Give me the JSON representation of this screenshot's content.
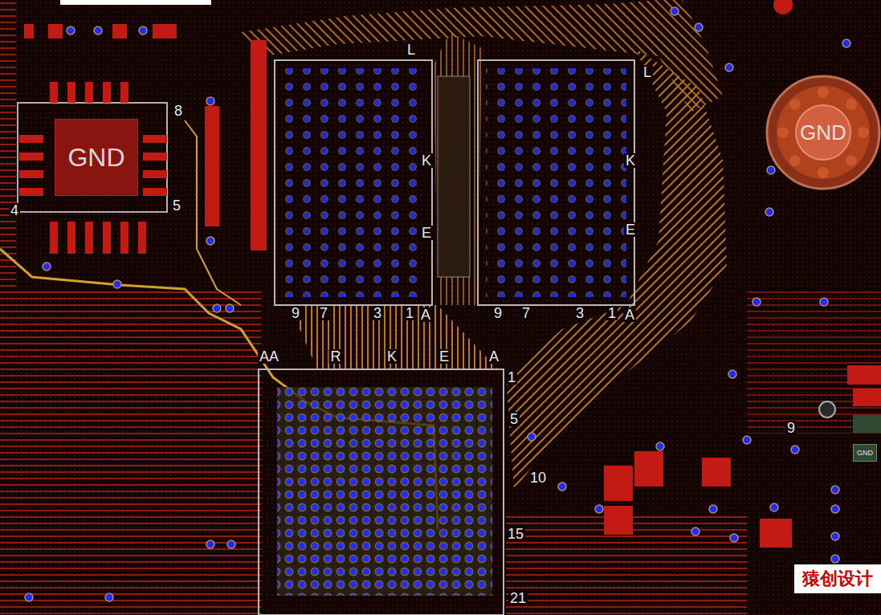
{
  "diagram": {
    "nodes": [
      {
        "text": [
          "GND"
        ]
      },
      {
        "text": [
          "GND"
        ]
      },
      {
        "text": [
          "GND"
        ]
      }
    ],
    "labels": [
      "8",
      "4",
      "5",
      "L",
      "K",
      "E",
      "9",
      "7",
      "3",
      "1",
      "A",
      "L",
      "K",
      "E",
      "9",
      "7",
      "3",
      "1",
      "A",
      "AA",
      "R",
      "K",
      "E",
      "A",
      "1",
      "5",
      "10",
      "15",
      "21",
      "9",
      "猿创设计"
    ]
  }
}
